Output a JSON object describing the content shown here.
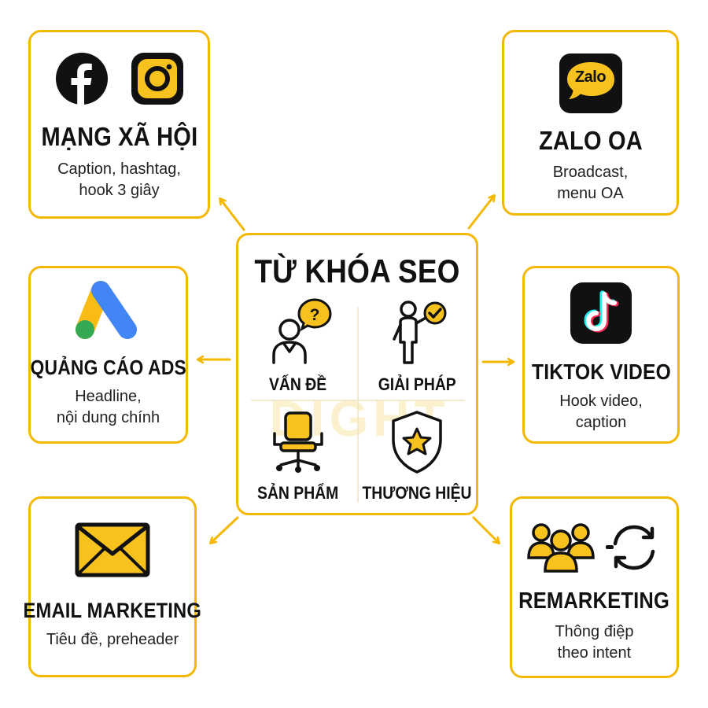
{
  "center": {
    "title": "TỪ KHÓA SEO",
    "cells": [
      {
        "label": "VẤN ĐỀ",
        "icon": "person-question-icon"
      },
      {
        "label": "GIẢI PHÁP",
        "icon": "person-check-icon"
      },
      {
        "label": "SẢN PHẨM",
        "icon": "office-chair-icon"
      },
      {
        "label": "THƯƠNG HIỆU",
        "icon": "shield-star-icon"
      }
    ],
    "watermark": "DIGHT"
  },
  "channels": {
    "social": {
      "title": "MẠNG XÃ HỘI",
      "desc": [
        "Caption, hashtag,",
        "hook 3 giây"
      ],
      "icons": [
        "facebook-icon",
        "instagram-icon"
      ]
    },
    "zalo": {
      "title": "ZALO OA",
      "desc": [
        "Broadcast,",
        "menu OA"
      ],
      "icon_text": "Zalo",
      "icons": [
        "zalo-icon"
      ]
    },
    "ads": {
      "title": "QUẢNG CÁO ADS",
      "desc": [
        "Headline,",
        "nội dung chính"
      ],
      "icons": [
        "google-ads-icon"
      ]
    },
    "tiktok": {
      "title": "TIKTOK VIDEO",
      "desc": [
        "Hook video,",
        "caption"
      ],
      "icons": [
        "tiktok-icon"
      ]
    },
    "email": {
      "title": "EMAIL MARKETING",
      "desc": [
        "Tiêu đề, preheader"
      ],
      "icons": [
        "envelope-icon"
      ]
    },
    "remarketing": {
      "title": "REMARKETING",
      "desc": [
        "Thông điệp",
        "theo intent"
      ],
      "icons": [
        "people-group-icon",
        "refresh-cycle-icon"
      ]
    }
  },
  "colors": {
    "accent": "#F5B800",
    "border": "#F5B800",
    "icon_yellow": "#F7C21E",
    "text": "#111111"
  }
}
